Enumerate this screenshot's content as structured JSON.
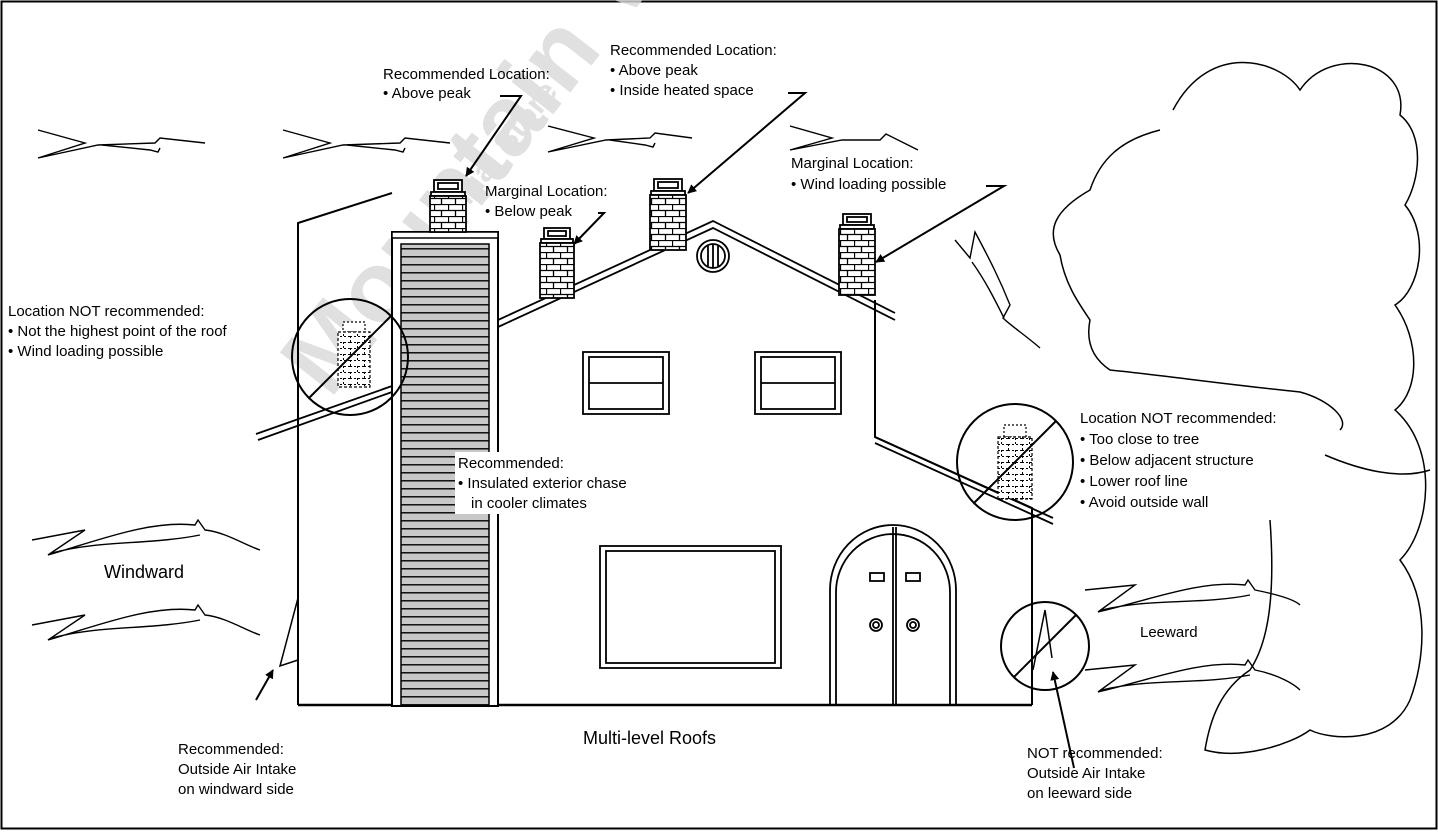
{
  "watermark": {
    "main": "Mountain Vie",
    "sub": "Manual Store"
  },
  "colors": {
    "line": "#000000",
    "chase_fill": "#c8c8c8",
    "watermark": "#d9d9d9"
  },
  "labels": {
    "rec_peak_left": {
      "title": "Recommended Location:",
      "bullets": [
        "• Above peak"
      ]
    },
    "rec_peak_heated": {
      "title": "Recommended Location:",
      "bullets": [
        "• Above peak",
        "• Inside heated space"
      ]
    },
    "marginal_below": {
      "title": "Marginal Location:",
      "bullets": [
        "• Below peak"
      ]
    },
    "marginal_wind": {
      "title": "Marginal Location:",
      "bullets": [
        "• Wind loading possible"
      ]
    },
    "not_rec_left": {
      "title": "Location NOT recommended:",
      "bullets": [
        "• Not the highest point of the roof",
        "• Wind loading possible"
      ]
    },
    "not_rec_right": {
      "title": "Location NOT recommended:",
      "bullets": [
        "• Too close to tree",
        "• Below adjacent structure",
        "• Lower roof line",
        "• Avoid outside wall"
      ]
    },
    "chase": {
      "title": "Recommended:",
      "bullets": [
        "• Insulated exterior chase",
        "in cooler climates"
      ]
    },
    "windward": "Windward",
    "leeward": "Leeward",
    "caption": "Multi-level Roofs",
    "intake_windward": [
      "Recommended:",
      "Outside Air Intake",
      "on windward side"
    ],
    "intake_leeward": [
      "NOT recommended:",
      "Outside Air Intake",
      "on leeward side"
    ]
  },
  "icons": {
    "chimney": "brick-chimney-icon",
    "prohibited": "prohibited-circle-icon",
    "wind": "wind-arrow-icon",
    "tree": "tree-outline-icon",
    "vent": "round-vent-icon",
    "door": "arched-double-door-icon"
  }
}
